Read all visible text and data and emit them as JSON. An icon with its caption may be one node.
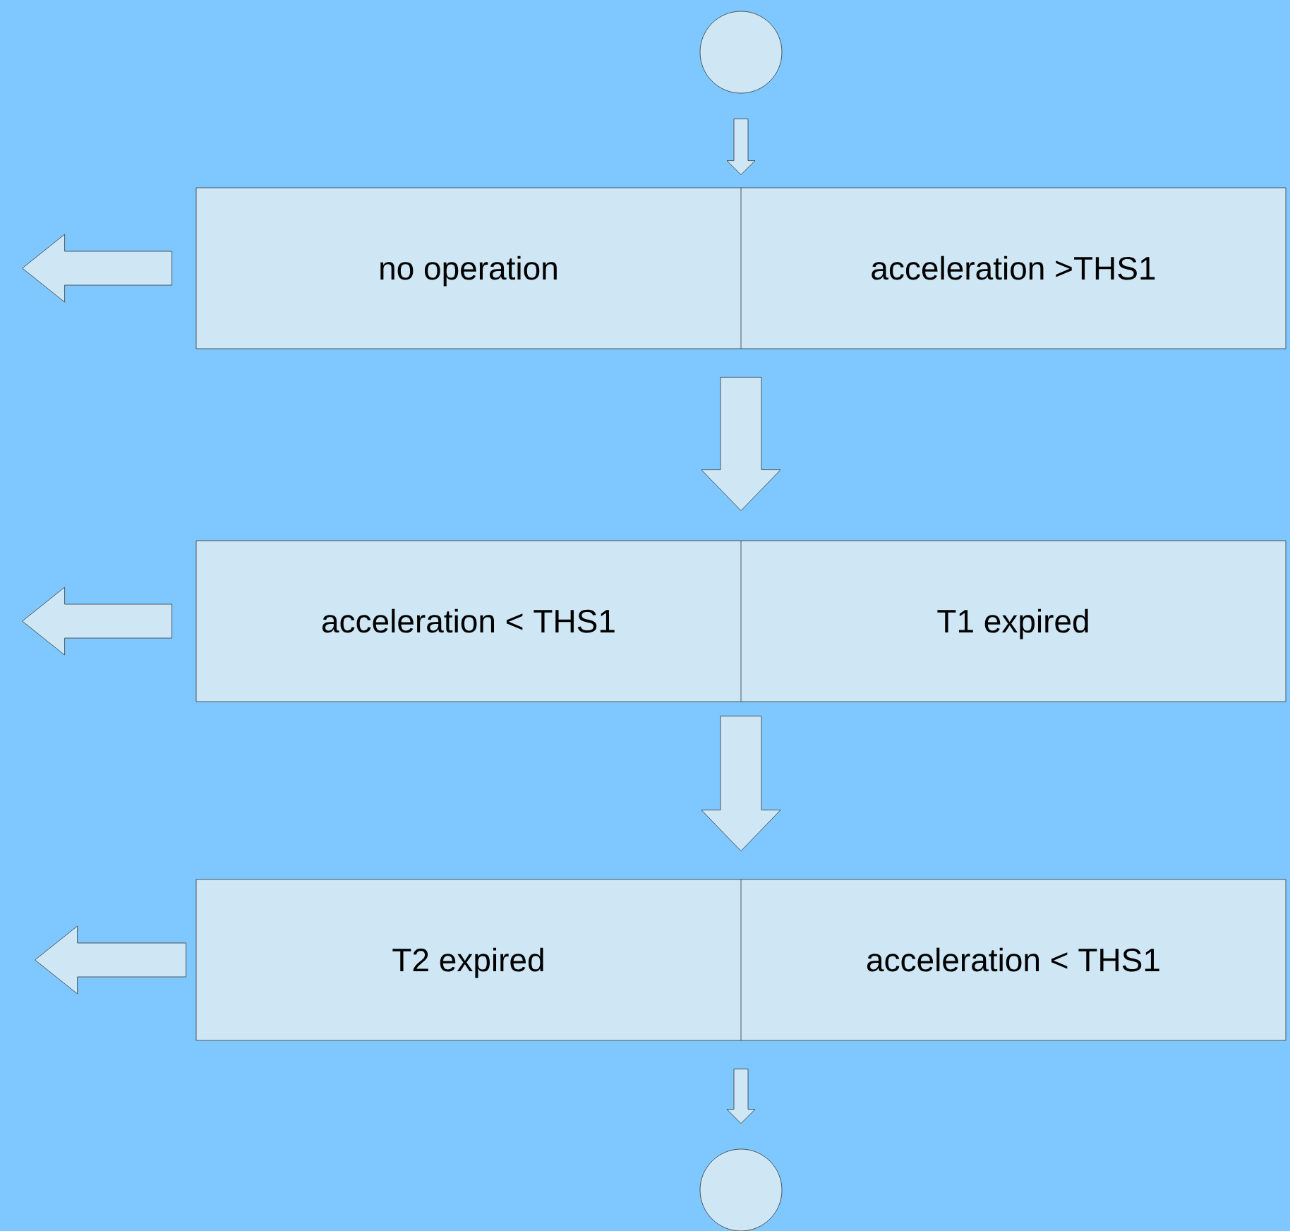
{
  "diagram": {
    "nodes": [
      {
        "text": [],
        "shape": "circle"
      },
      {
        "text": [
          "no operation",
          "acceleration >THS1"
        ]
      },
      {
        "text": [
          "acceleration < THS1",
          "T1 expired"
        ]
      },
      {
        "text": [
          "T2 expired",
          "acceleration < THS1"
        ]
      },
      {
        "text": [],
        "shape": "circle"
      }
    ],
    "edges": [
      {
        "from": 0,
        "to": 1,
        "arrow": "to"
      },
      {
        "from": 1,
        "to": 2,
        "arrow": "to"
      },
      {
        "from": 2,
        "to": 3,
        "arrow": "to"
      },
      {
        "from": 3,
        "to": 4,
        "arrow": "to"
      },
      {
        "from": 1,
        "to": null,
        "arrow": "to"
      },
      {
        "from": 2,
        "to": null,
        "arrow": "to"
      },
      {
        "from": 3,
        "to": null,
        "arrow": "to"
      }
    ]
  }
}
